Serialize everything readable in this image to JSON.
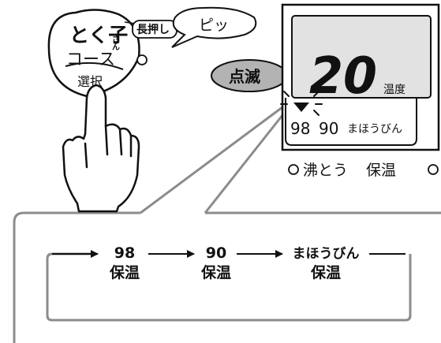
{
  "button": {
    "line1": "とく子",
    "small_kana": "さん",
    "line2": "コース",
    "select_label": "選択"
  },
  "long_press_label": "長押し",
  "speech_bubble_text": "ピッ",
  "blink_badge_label": "点滅",
  "display": {
    "temperature_value": "20",
    "temperature_unit": "温度",
    "mode_98": "98",
    "mode_90": "90",
    "mode_mahou": "まほうびん"
  },
  "indicators": {
    "boil_label": "沸とう",
    "keep_warm_label": "保温"
  },
  "cycle": {
    "step1_top": "98",
    "step1_bottom": "保温",
    "step2_top": "90",
    "step2_bottom": "保温",
    "step3_top": "まほうびん",
    "step3_bottom": "保温"
  },
  "colors": {
    "blink_badge_fill": "#b3b3b3",
    "lcd_fill": "#e2e2e2",
    "zoom_line": "#8c8c8c"
  }
}
